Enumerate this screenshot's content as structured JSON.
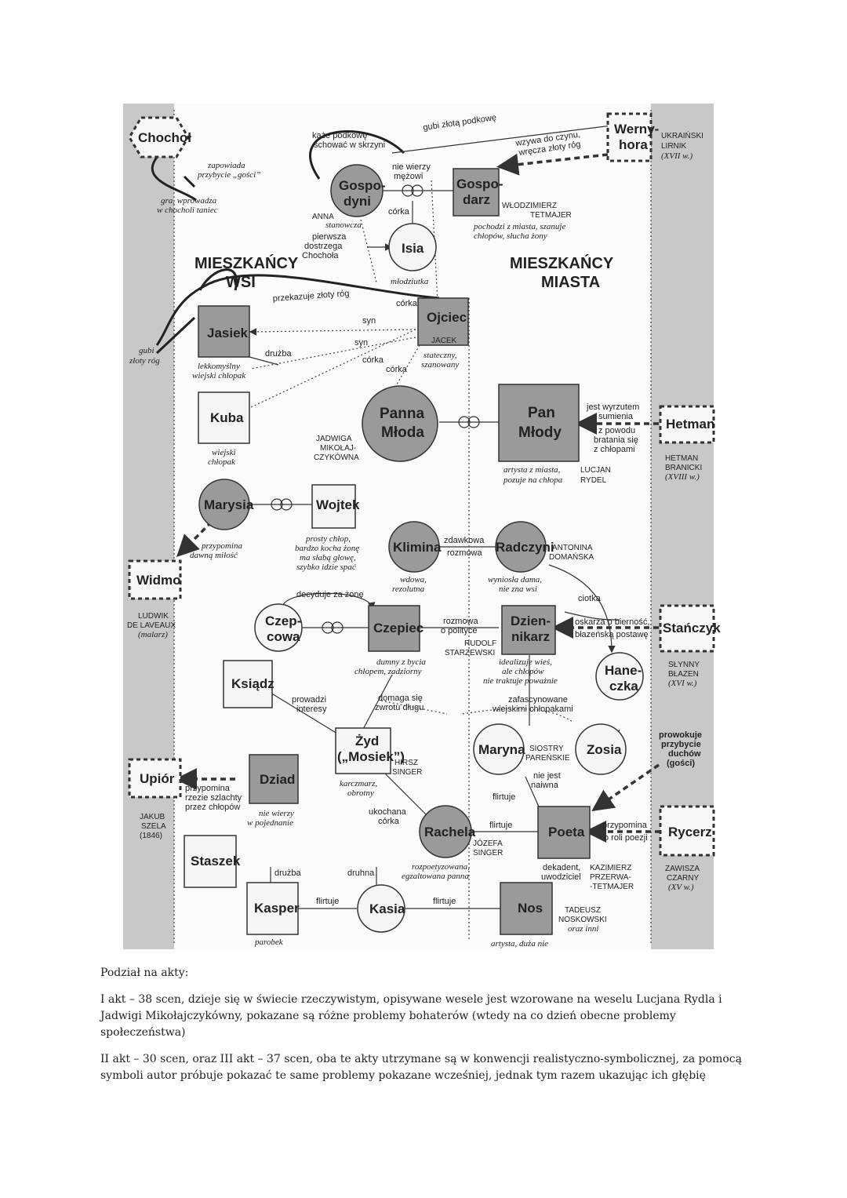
{
  "diagram": {
    "labels": {
      "zones": {
        "village": [
          "MIESZKAŃCY",
          "WSI"
        ],
        "city": [
          "MIESZKAŃCY",
          "MIASTA"
        ]
      },
      "characters": {
        "chochol": "Chochoł",
        "wernyhora": [
          "Werny-",
          "hora"
        ],
        "gospodyni": [
          "Gospo-",
          "dyni"
        ],
        "gospodarz": [
          "Gospo-",
          "darz"
        ],
        "isia": "Isia",
        "ojciec": "Ojciec",
        "jasiek": "Jasiek",
        "kuba": "Kuba",
        "panna_mloda": [
          "Panna",
          "Młoda"
        ],
        "pan_mlody": [
          "Pan",
          "Młody"
        ],
        "hetman": "Hetman",
        "marysia": "Marysia",
        "wojtek": "Wojtek",
        "widmo": "Widmo",
        "klimina": "Klimina",
        "radczyni": "Radczyni",
        "czepcowa": [
          "Czep-",
          "cowa"
        ],
        "czepiec": "Czepiec",
        "dziennikarz": [
          "Dzien-",
          "nikarz"
        ],
        "stanczyk": "Stańczyk",
        "ksiadz": "Ksiądz",
        "haneczka": [
          "Hane-",
          "czka"
        ],
        "zyd": [
          "Żyd",
          "(„Mosiek”)"
        ],
        "maryna": "Maryna",
        "zosia": "Zosia",
        "upior": "Upiór",
        "dziad": "Dziad",
        "rachela": "Rachela",
        "poeta": "Poeta",
        "rycerz": "Rycerz",
        "staszek": "Staszek",
        "kasper": "Kasper",
        "kasia": "Kasia",
        "nos": "Nos"
      },
      "real_people": {
        "wernyhora": [
          "UKRAIŃSKI",
          "LIRNIK",
          "(XVII w.)"
        ],
        "gospodyni": "ANNA",
        "gospodarz": [
          "WŁODZIMIERZ",
          "TETMAJER"
        ],
        "ojciec": "JACEK",
        "panna_mloda": [
          "JADWIGA",
          "MIKOŁAJ-",
          "CZYKÓWNA"
        ],
        "pan_mlody": [
          "LUCJAN",
          "RYDEL"
        ],
        "hetman": [
          "HETMAN",
          "BRANICKI",
          "(XVIII w.)"
        ],
        "widmo": [
          "LUDWIK",
          "DE LAVEAUX",
          "(malarz)"
        ],
        "radczyni": [
          "ANTONINA",
          "DOMAŃSKA"
        ],
        "dziennikarz": [
          "RUDOLF",
          "STARZEWSKI"
        ],
        "stanczyk": [
          "SŁYNNY",
          "BŁAZEN",
          "(XVI w.)"
        ],
        "zyd": [
          "HIRSZ",
          "SINGER"
        ],
        "sisters": [
          "SIOSTRY",
          "PAREŃSKIE"
        ],
        "upior": [
          "JAKUB",
          "SZELA",
          "(1846)"
        ],
        "rachela": [
          "JÓZEFA",
          "SINGER"
        ],
        "poeta": [
          "KAZIMIERZ",
          "PRZERWA-",
          "-TETMAJER"
        ],
        "rycerz": [
          "ZAWISZA",
          "CZARNY",
          "(XV w.)"
        ],
        "nos": [
          "TADEUSZ",
          "NOSKOWSKI",
          "oraz inni"
        ]
      },
      "annotations": {
        "kaze_podkowe": [
          "każe podkowę",
          "schować w skrzyni"
        ],
        "gubi_zlota_podkowe": "gubi złotą podkowę",
        "wzywa_do_czynu": [
          "wzywa do czynu,",
          "wręcza złoty róg"
        ],
        "zapowiada": [
          "zapowiada",
          "przybycie „gości”"
        ],
        "gra_wprowadza": [
          "gra, wprowadza",
          "w chocholi taniec"
        ],
        "nie_wierzy_mezowi": [
          "nie wierzy",
          "mężowi"
        ],
        "corka_1": "córka",
        "stanowcza": "stanowcza",
        "pierwsza_dostrzega": [
          "pierwsza",
          "dostrzega",
          "Chochoła"
        ],
        "gospodarz_desc": [
          "pochodzi z miasta, szanuje",
          "chłopów, słucha żony"
        ],
        "mlodziutka": "młodziutka",
        "przekazuje_rog": "przekazuje złoty róg",
        "corka_2": "córka",
        "syn_1": "syn",
        "syn_2": "syn",
        "corka_3": "córka",
        "corka_4": "córka",
        "ojciec_desc": [
          "stateczny,",
          "szanowany"
        ],
        "druzba_1": "drużba",
        "gubi_zloty_rog": [
          "gubi",
          "złoty róg"
        ],
        "jasiek_desc": [
          "lekkomyślny",
          "wiejski chłopak"
        ],
        "kuba_desc": [
          "wiejski",
          "chłopak"
        ],
        "pan_mlody_desc": [
          "jest wyrzutem",
          "sumienia",
          "z powodu",
          "bratania się",
          "z chłopami"
        ],
        "artysta_z_miasta": [
          "artysta z miasta,",
          "pozuje na chłopa"
        ],
        "przypomina_milosc": [
          "przypomina",
          "dawną miłość"
        ],
        "wojtek_desc": [
          "prosty chłop,",
          "bardzo kocha żonę",
          "ma słabą głowę,",
          "szybko idzie spać"
        ],
        "zdawkowa_rozmowa": [
          "zdawkowa",
          "rozmowa"
        ],
        "klimina_desc": [
          "wdowa,",
          "rezolutna"
        ],
        "radczyni_desc": [
          "wyniosła dama,",
          "nie zna wsi"
        ],
        "ciotka": "ciotka",
        "decyduje": "decyduje za żonę",
        "rozmowa_polityce": [
          "rozmowa",
          "o polityce"
        ],
        "oskarza": [
          "oskarża o bierność,",
          "błazeńską postawę"
        ],
        "czepiec_desc": [
          "dumny z bycia",
          "chłopem, zadziorny"
        ],
        "dziennikarz_desc": [
          "idealizuje wieś,",
          "ale chłopów",
          "nie traktuje poważnie"
        ],
        "zafascynowane": [
          "zafascynowane",
          "wiejskimi chłopakami"
        ],
        "prowadzi_interesy": [
          "prowadzi",
          "interesy"
        ],
        "domaga_sie": [
          "domaga się",
          "zwrotu długu"
        ],
        "prowokuje": [
          "prowokuje",
          "przybycie",
          "duchów",
          "(gości)"
        ],
        "nie_jest_naiwna": [
          "nie jest",
          "naiwna"
        ],
        "flirtuje_1": "flirtuje",
        "przypomina_rzezie": [
          "przypomina",
          "rzezie szlachty",
          "przez chłopów"
        ],
        "nie_wierzy_pojednanie": [
          "nie wierzy",
          "w pojednanie"
        ],
        "zyd_desc": [
          "karczmarz,",
          "obrotny"
        ],
        "ukochana_corka": [
          "ukochana",
          "córka"
        ],
        "flirtuje_2": "flirtuje",
        "przypomina_poezji": [
          "przypomina",
          "o roli poezji"
        ],
        "druzba_2": "drużba",
        "druhna": "druhna",
        "rachela_desc": [
          "rozpoetyzowana,",
          "egzaltowana panna"
        ],
        "poeta_desc": [
          "dekadent,",
          "uwodziciel"
        ],
        "flirtuje_3": "flirtuje",
        "flirtuje_4": "flirtuje",
        "parobek": "parobek",
        "nos_desc": "artysta, duża nie"
      }
    }
  },
  "notes": {
    "heading": "Podział na akty:",
    "act1": "I akt – 38 scen, dzieje się w świecie rzeczywistym, opisywane wesele jest wzorowane na weselu Lucjana Rydla i Jadwigi Mikołajczykówny, pokazane są różne problemy bohaterów (wtedy na co dzień obecne problemy społeczeństwa)",
    "act23": "II akt – 30 scen, oraz III akt – 37 scen, oba te akty utrzymane są w konwencji realistyczno-symbolicznej, za pomocą symboli autor próbuje pokazać te same problemy pokazane wcześniej, jednak tym razem ukazując ich głębię"
  }
}
